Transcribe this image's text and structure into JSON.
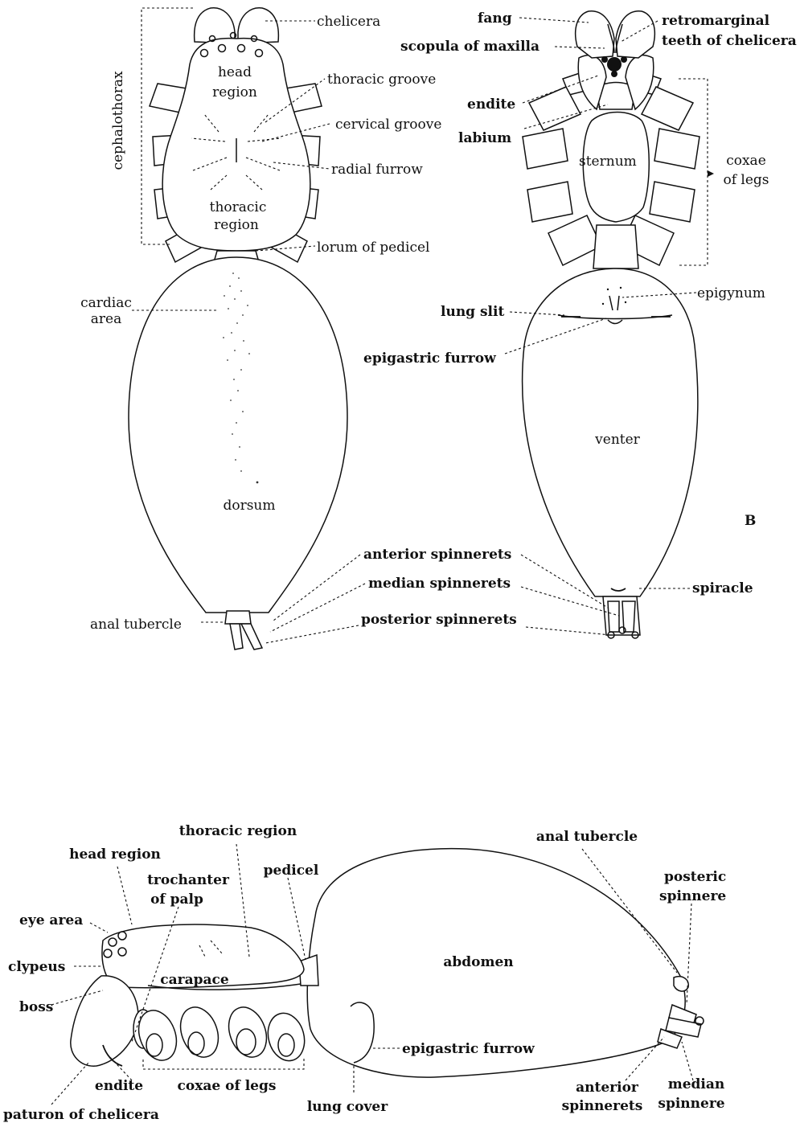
{
  "dorsal": {
    "chelicera": "chelicera",
    "head_region_1": "head",
    "head_region_2": "region",
    "thoracic_groove": "thoracic groove",
    "cervical_groove": "cervical groove",
    "radial_furrow": "radial furrow",
    "cephalothorax": "cephalothorax",
    "thoracic_region_1": "thoracic",
    "thoracic_region_2": "region",
    "lorum_of_pedicel": "lorum of  pedicel",
    "cardiac_area_1": "cardiac",
    "cardiac_area_2": "area",
    "dorsum": "dorsum",
    "anal_tubercle": "anal tubercle"
  },
  "ventral": {
    "fang": "fang",
    "retromarginal_1": "retromarginal",
    "retromarginal_2": "teeth of chelicera",
    "scopula_of_maxilla": "scopula of maxilla",
    "endite": "endite",
    "labium": "labium",
    "sternum": "sternum",
    "coxae_1": "coxae",
    "coxae_2": "of legs",
    "epigynum": "epigynum",
    "lung_slit": "lung slit",
    "epigastric_furrow": "epigastric furrow",
    "venter": "venter",
    "panel_letter": "B",
    "spiracle": "spiracle"
  },
  "spinnerets": {
    "anterior": "anterior spinnerets",
    "median": "median spinnerets",
    "posterior": "posterior spinnerets"
  },
  "lateral": {
    "thoracic_region": "thoracic region",
    "head_region": "head region",
    "trochanter_1": "trochanter",
    "trochanter_2": "of palp",
    "pedicel": "pedicel",
    "anal_tubercle": "anal tubercle",
    "posterior_1": "posteric",
    "posterior_2": "spinnere",
    "eye_area": "eye area",
    "clypeus": "clypeus",
    "abdomen": "abdomen",
    "carapace": "carapace",
    "boss": "boss",
    "epigastric_furrow": "epigastric furrow",
    "endite": "endite",
    "coxae_of_legs": "coxae of legs",
    "anterior_1": "anterior",
    "anterior_2": "spinnerets",
    "median_1": "median",
    "median_2": "spinnere",
    "lung_cover": "lung cover",
    "paturon": "paturon of chelicera"
  }
}
